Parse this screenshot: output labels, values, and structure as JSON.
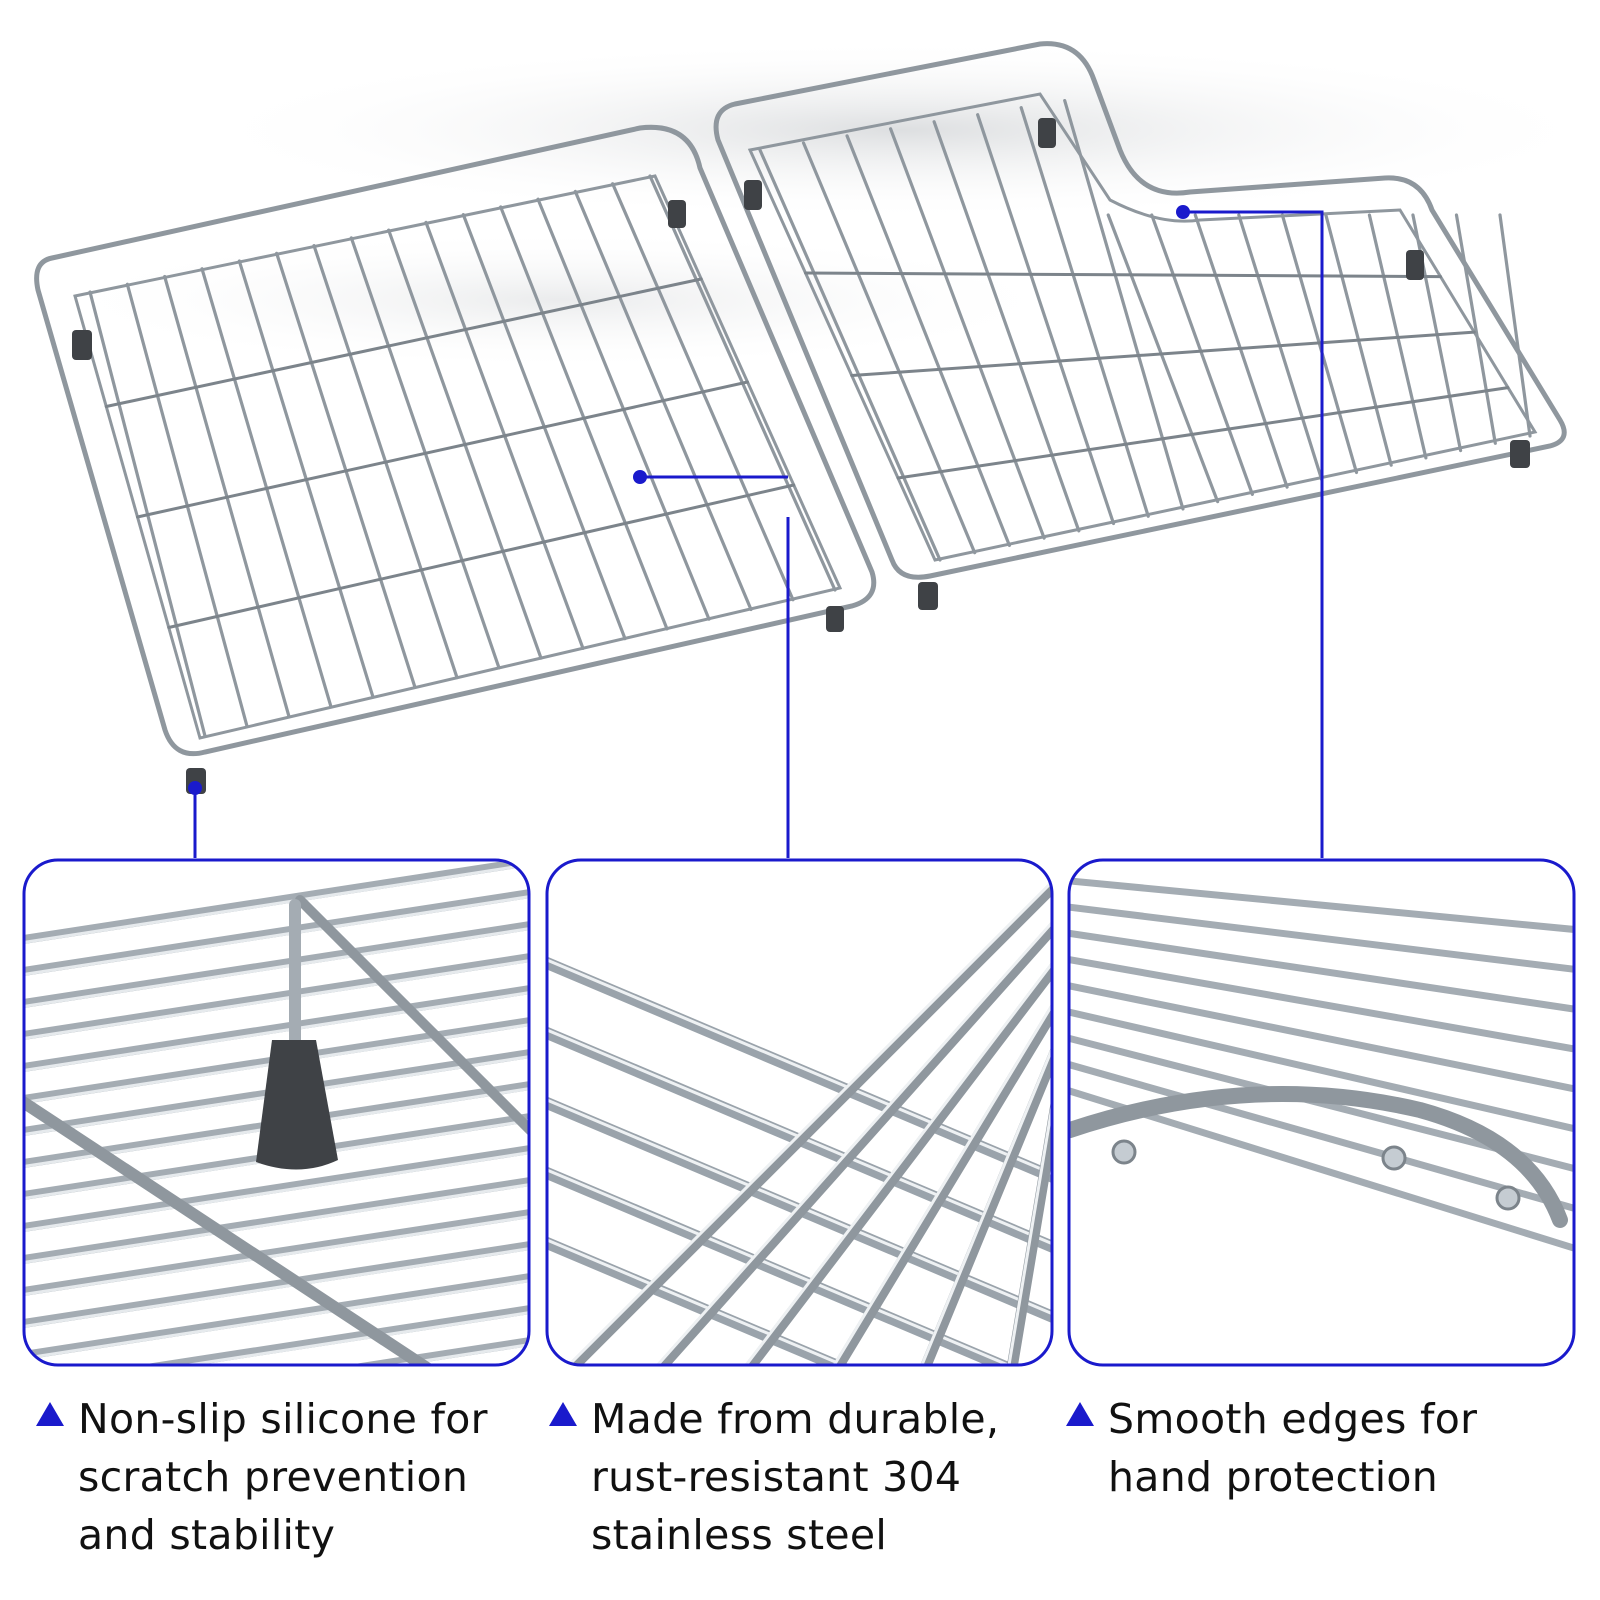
{
  "accent_color": "#1a1acc",
  "steel_color": "#9aa3ab",
  "foot_color": "#3f4246",
  "callouts": [
    {
      "icon": "triangle-up-icon",
      "lines": [
        "Non-slip silicone for",
        "scratch prevention",
        "and stability"
      ]
    },
    {
      "icon": "triangle-up-icon",
      "lines": [
        "Made from durable,",
        "rust-resistant 304",
        "stainless steel"
      ]
    },
    {
      "icon": "triangle-up-icon",
      "lines": [
        "Smooth edges for",
        "hand protection"
      ]
    }
  ]
}
